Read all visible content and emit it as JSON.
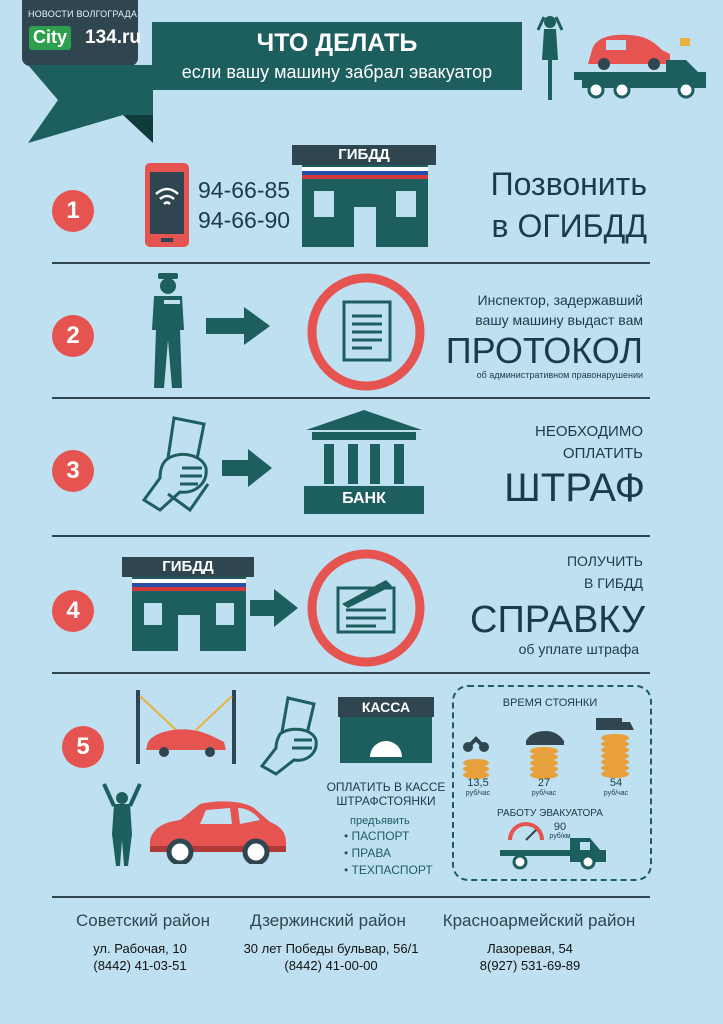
{
  "logo": {
    "top_text": "НОВОСТИ ВОЛГОГРАДА",
    "city": "City",
    "num": "134.ru"
  },
  "header": {
    "title": "ЧТО ДЕЛАТЬ",
    "subtitle": "если вашу машину забрал эвакуатор"
  },
  "steps": [
    {
      "number": "1",
      "phones": [
        "94-66-85",
        "94-66-90"
      ],
      "building_label": "ГИБДД",
      "line1": "Позвонить",
      "line2": "в ОГИБДД"
    },
    {
      "number": "2",
      "line1": "Инспектор, задержавший",
      "line2": "вашу машину выдаст вам",
      "big": "ПРОТОКОЛ",
      "small": "об административном правонарушении"
    },
    {
      "number": "3",
      "bank_label": "БАНК",
      "line1": "НЕОБХОДИМО",
      "line2": "ОПЛАТИТЬ",
      "big": "ШТРАФ"
    },
    {
      "number": "4",
      "building_label": "ГИБДД",
      "line1": "ПОЛУЧИТЬ",
      "line2": "В ГИБДД",
      "big": "СПРАВКУ",
      "small": "об уплате штрафа"
    },
    {
      "number": "5",
      "kassa_label": "КАССА",
      "pay_line1": "ОПЛАТИТЬ В КАССЕ",
      "pay_line2": "ШТРАФСТОЯНКИ",
      "present_label": "предъявить",
      "documents": [
        "• ПАСПОРТ",
        "• ПРАВА",
        "• ТЕХПАСПОРТ"
      ],
      "parking_title": "ВРЕМЯ СТОЯНКИ",
      "rates": [
        {
          "value": "13,5",
          "unit": "руб/час"
        },
        {
          "value": "27",
          "unit": "руб/час"
        },
        {
          "value": "54",
          "unit": "руб/час"
        }
      ],
      "tow_title": "РАБОТУ ЭВАКУАТОРА",
      "tow_value": "90",
      "tow_unit": "руб/км"
    }
  ],
  "districts": [
    {
      "name": "Советский район",
      "address": "ул. Рабочая, 10",
      "phone": "(8442) 41-03-51"
    },
    {
      "name": "Дзержинский район",
      "address": "30 лет Победы бульвар, 56/1",
      "phone": "(8442) 41-00-00"
    },
    {
      "name": "Красноармейский район",
      "address": "Лазоревая, 54",
      "phone": "8(927) 531-69-89"
    }
  ],
  "colors": {
    "background": "#bfe0f0",
    "dark_teal": "#1d5e5e",
    "red": "#e55451",
    "navy": "#2f4550",
    "flag_blue": "#2a4fa8",
    "flag_red": "#d2373a"
  }
}
